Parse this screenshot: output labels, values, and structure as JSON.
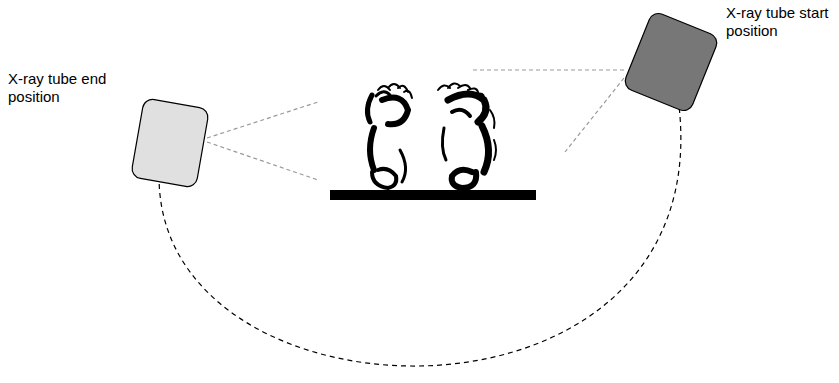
{
  "diagram": {
    "nodes": [
      {
        "text": [
          "X-ray tube end position"
        ]
      },
      {
        "text": [
          "X-ray tube start position"
        ]
      }
    ],
    "edges": [
      {
        "from": 0,
        "to": 1,
        "arrow": "none"
      }
    ]
  }
}
